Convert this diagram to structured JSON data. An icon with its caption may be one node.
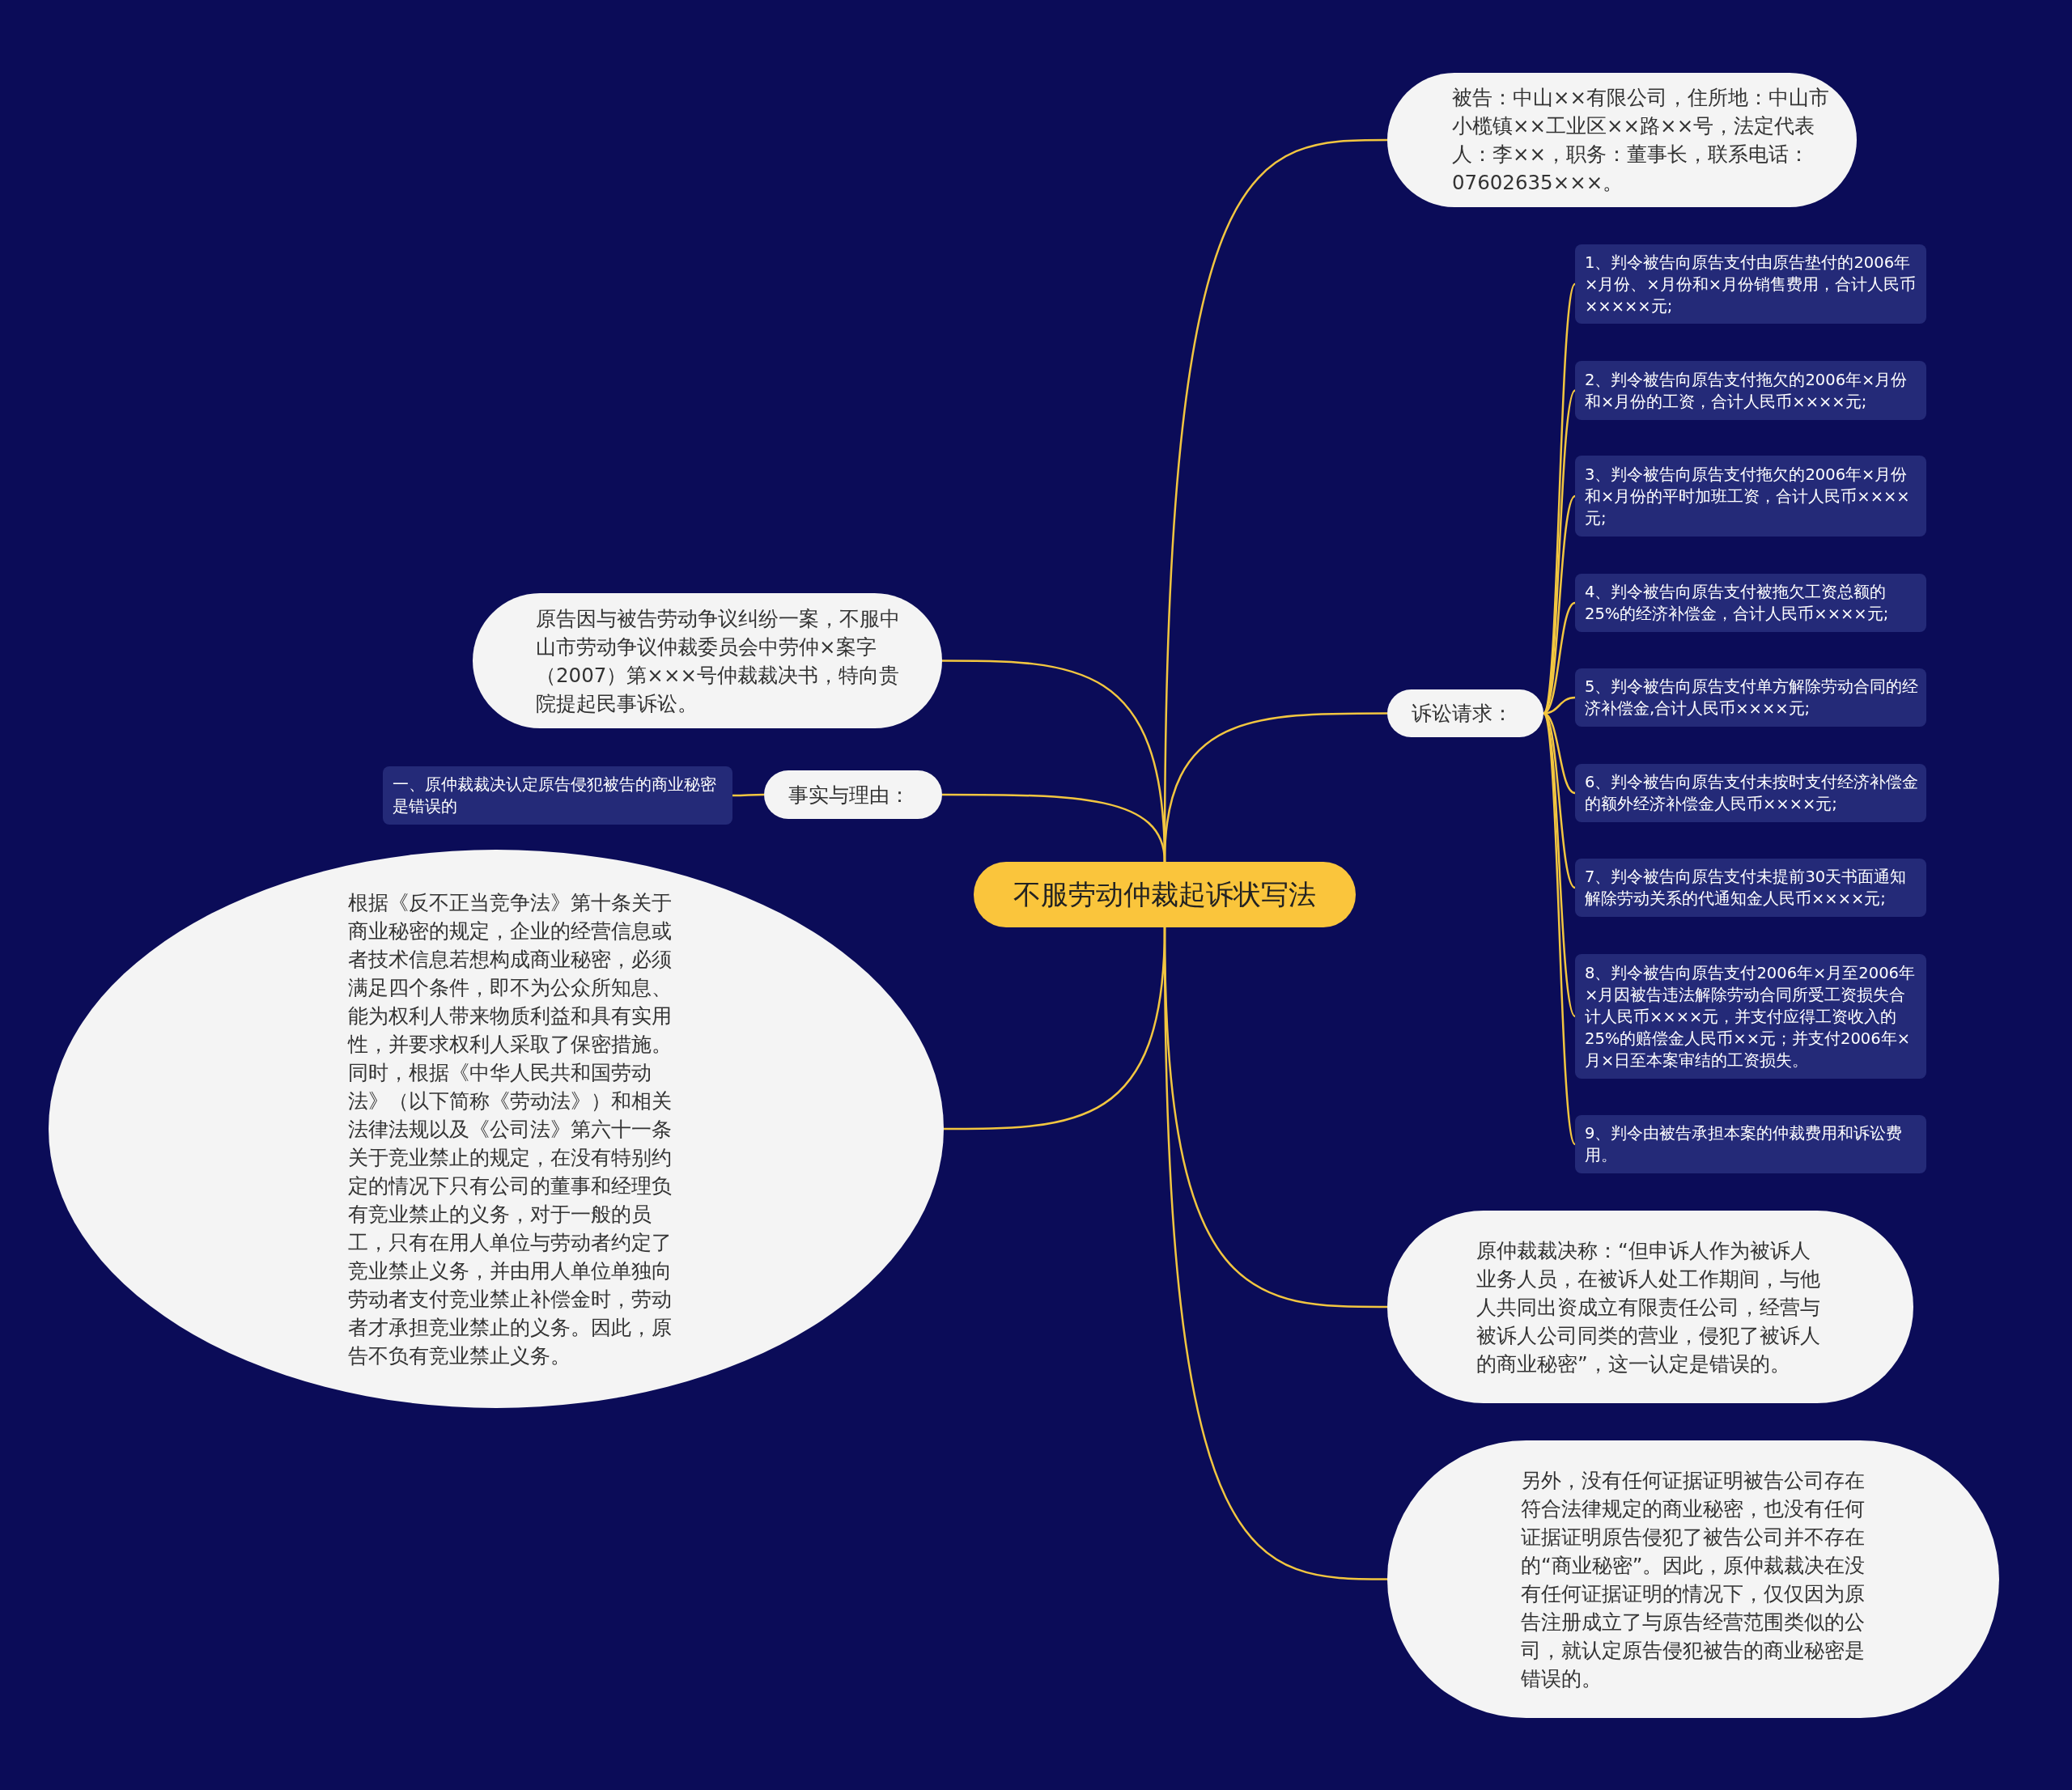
{
  "diagram": {
    "nodes": [
      {
        "text": [
          "不服劳动仲裁起诉状写法"
        ]
      },
      {
        "text": [
          "被告：中山××有限公司，住所地：中山市小榄镇××工业区××路××号，法定代表人：李××，职务：董事长，联系电话：07602635×××。"
        ]
      },
      {
        "text": [
          "诉讼请求："
        ]
      },
      {
        "text": [
          "1、判令被告向原告支付由原告垫付的2006年×月份、×月份和×月份销售费用，合计人民币×××××元;"
        ]
      },
      {
        "text": [
          "2、判令被告向原告支付拖欠的2006年×月份和×月份的工资，合计人民币××××元;"
        ]
      },
      {
        "text": [
          "3、判令被告向原告支付拖欠的2006年×月份和×月份的平时加班工资，合计人民币××××元;"
        ]
      },
      {
        "text": [
          "4、判令被告向原告支付被拖欠工资总额的25%的经济补偿金，合计人民币××××元;"
        ]
      },
      {
        "text": [
          "5、判令被告向原告支付单方解除劳动合同的经济补偿金,合计人民币××××元;"
        ]
      },
      {
        "text": [
          "6、判令被告向原告支付未按时支付经济补偿金的额外经济补偿金人民币××××元;"
        ]
      },
      {
        "text": [
          "7、判令被告向原告支付未提前30天书面通知解除劳动关系的代通知金人民币××××元;"
        ]
      },
      {
        "text": [
          "8、判令被告向原告支付2006年×月至2006年×月因被告违法解除劳动合同所受工资损失合计人民币××××元，并支付应得工资收入的25%的赔偿金人民币××元；并支付2006年×月×日至本案审结的工资损失。"
        ]
      },
      {
        "text": [
          "9、判令由被告承担本案的仲裁费用和诉讼费用。"
        ]
      },
      {
        "text": [
          "原告因与被告劳动争议纠纷一案，不服中山市劳动争议仲裁委员会中劳仲×案字（2007）第×××号仲裁裁决书，特向贵院提起民事诉讼。"
        ]
      },
      {
        "text": [
          "事实与理由："
        ]
      },
      {
        "text": [
          "一、原仲裁裁决认定原告侵犯被告的商业秘密是错误的"
        ]
      },
      {
        "text": [
          "根据《反不正当竞争法》第十条关于商业秘密的规定，企业的经营信息或者技术信息若想构成商业秘密，必须满足四个条件，即不为公众所知息、能为权利人带来物质利益和具有实用性，并要求权利人采取了保密措施。同时，根据《中华人民共和国劳动法》（以下简称《劳动法》）和相关法律法规以及《公司法》第六十一条关于竞业禁止的规定，在没有特别约定的情况下只有公司的董事和经理负有竞业禁止的义务，对于一般的员工，只有在用人单位与劳动者约定了竞业禁止义务，并由用人单位单独向劳动者支付竞业禁止补偿金时，劳动者才承担竞业禁止的义务。因此，原告不负有竞业禁止义务。"
        ]
      },
      {
        "text": [
          "原仲裁裁决称：“但申诉人作为被诉人业务人员，在被诉人处工作期间，与他人共同出资成立有限责任公司，经营与被诉人公司同类的营业，侵犯了被诉人的商业秘密”，这一认定是错误的。"
        ]
      },
      {
        "text": [
          "另外，没有任何证据证明被告公司存在符合法律规定的商业秘密，也没有任何证据证明原告侵犯了被告公司并不存在的“商业秘密”。因此，原仲裁裁决在没有任何证据证明的情况下，仅仅因为原告注册成立了与原告经营范围类似的公司，就认定原告侵犯被告的商业秘密是错误的。"
        ]
      }
    ],
    "edges": [
      {
        "from": 0,
        "to": 1,
        "arrow": "none"
      },
      {
        "from": 0,
        "to": 2,
        "arrow": "none"
      },
      {
        "from": 2,
        "to": 3,
        "arrow": "none"
      },
      {
        "from": 2,
        "to": 4,
        "arrow": "none"
      },
      {
        "from": 2,
        "to": 5,
        "arrow": "none"
      },
      {
        "from": 2,
        "to": 6,
        "arrow": "none"
      },
      {
        "from": 2,
        "to": 7,
        "arrow": "none"
      },
      {
        "from": 2,
        "to": 8,
        "arrow": "none"
      },
      {
        "from": 2,
        "to": 9,
        "arrow": "none"
      },
      {
        "from": 2,
        "to": 10,
        "arrow": "none"
      },
      {
        "from": 2,
        "to": 11,
        "arrow": "none"
      },
      {
        "from": 0,
        "to": 12,
        "arrow": "none"
      },
      {
        "from": 0,
        "to": 13,
        "arrow": "none"
      },
      {
        "from": 13,
        "to": 14,
        "arrow": "none"
      },
      {
        "from": 0,
        "to": 15,
        "arrow": "none"
      },
      {
        "from": 0,
        "to": 16,
        "arrow": "none"
      },
      {
        "from": 0,
        "to": 17,
        "arrow": "none"
      }
    ]
  }
}
